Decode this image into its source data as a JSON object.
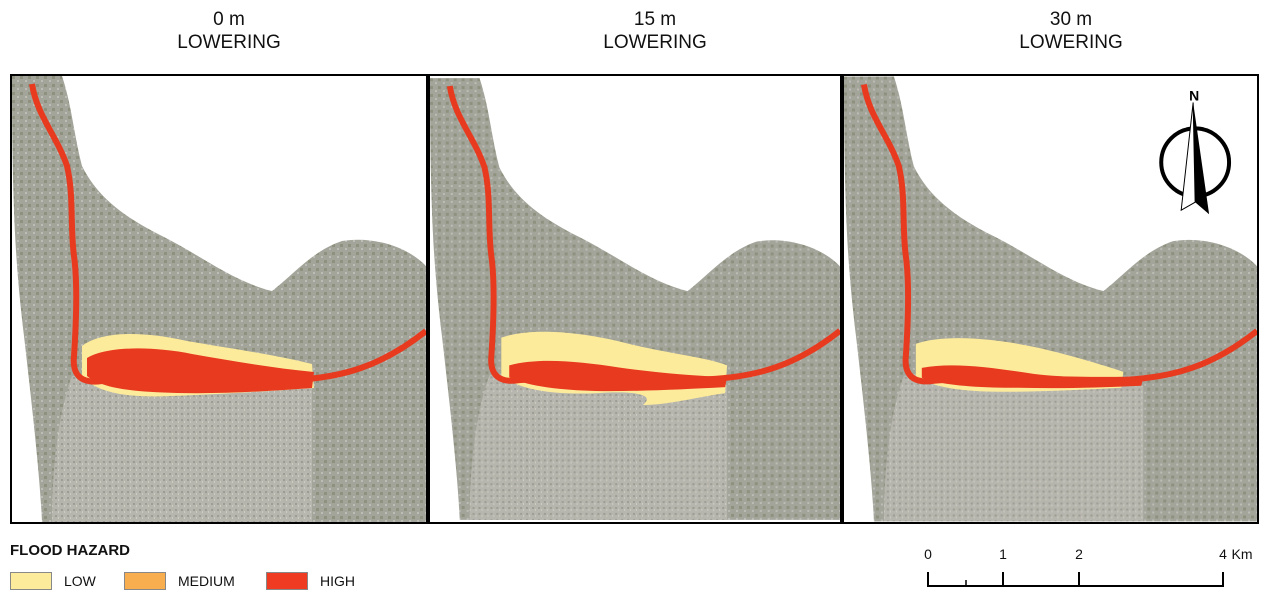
{
  "panels": [
    {
      "value": "0 m",
      "label": "LOWERING"
    },
    {
      "value": "15 m",
      "label": "LOWERING"
    },
    {
      "value": "30 m",
      "label": "LOWERING"
    }
  ],
  "north_arrow": {
    "letter": "N",
    "icon": "north-arrow-icon"
  },
  "legend": {
    "title": "FLOOD HAZARD",
    "items": [
      {
        "label": "LOW",
        "color": "#FDEB9C"
      },
      {
        "label": "MEDIUM",
        "color": "#F8AE4E"
      },
      {
        "label": "HIGH",
        "color": "#EE3B22"
      }
    ]
  },
  "scale_bar": {
    "ticks": [
      "0",
      "1",
      "2",
      "4"
    ],
    "unit": "Km",
    "max_km": 4
  },
  "colors": {
    "terrain": "#9a9b8e",
    "urban": "#b4b4ad",
    "river": "#e83a1f"
  }
}
